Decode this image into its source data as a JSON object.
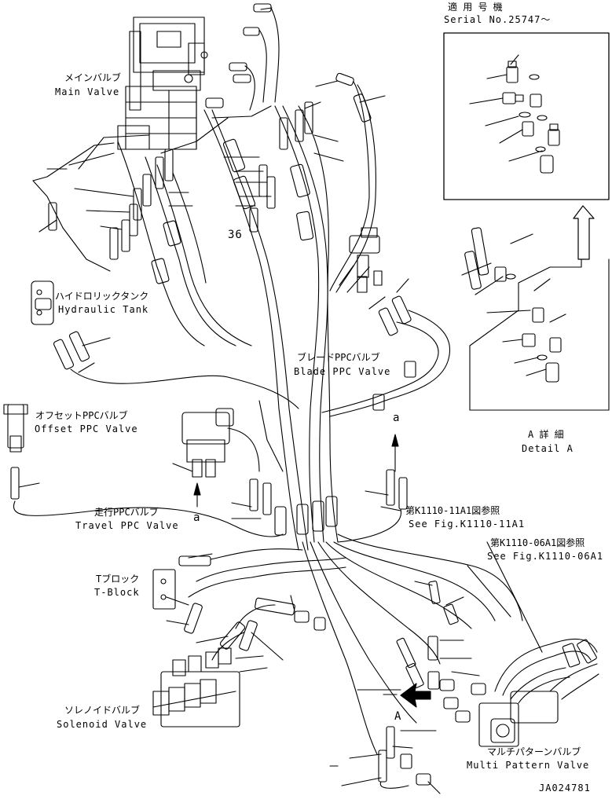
{
  "labels": {
    "serial_jp": "適 用 号 機",
    "serial_no": "Serial No.25747～",
    "main_valve_jp": "メインバルブ",
    "main_valve_en": "Main Valve",
    "hydraulic_tank_jp": "ハイドロリックタンク",
    "hydraulic_tank_en": "Hydraulic Tank",
    "blade_ppc_jp": "ブレードPPCバルブ",
    "blade_ppc_en": "Blade PPC Valve",
    "offset_ppc_jp": "オフセットPPCバルブ",
    "offset_ppc_en": "Offset PPC Valve",
    "travel_ppc_jp": "走行PPCバルブ",
    "travel_ppc_en": "Travel PPC Valve",
    "tblock_jp": "Tブロック",
    "tblock_en": "T-Block",
    "solenoid_jp": "ソレノイドバルブ",
    "solenoid_en": "Solenoid Valve",
    "multi_pattern_jp": "マルチパターンバルブ",
    "multi_pattern_en": "Multi Pattern Valve",
    "detail_a_jp": "A 詳 細",
    "detail_a_en": "Detail A",
    "ref1_jp": "第K1110-11A1図参照",
    "ref1_en": "See Fig.K1110-11A1",
    "ref2_jp": "第K1110-06A1図参照",
    "ref2_en": "See Fig.K1110-06A1",
    "num_36": "36",
    "mark_a1": "a",
    "mark_a2": "a",
    "mark_A": "A",
    "drawing_id": "JA024781"
  },
  "colors": {
    "line": "#000000",
    "background": "#ffffff"
  }
}
